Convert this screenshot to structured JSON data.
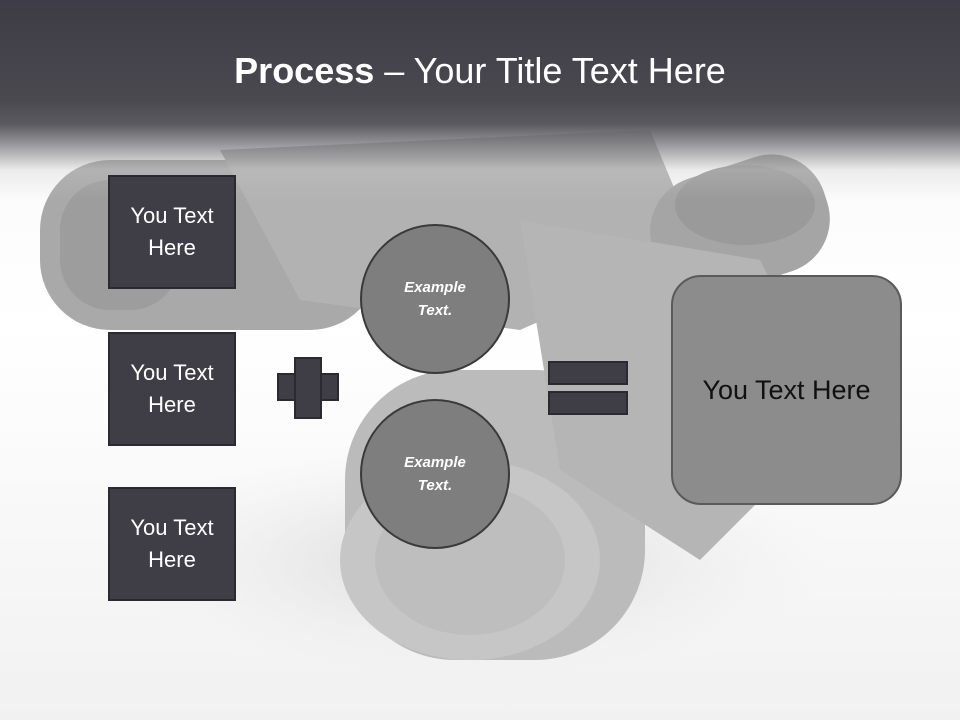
{
  "slide": {
    "title_bold": "Process",
    "title_rest": " – Your Title Text Here",
    "boxes": [
      "You Text Here",
      "You Text Here",
      "You Text Here"
    ],
    "circles": [
      "Example Text.",
      "Example Text."
    ],
    "result": "You Text Here"
  },
  "colors": {
    "header": "#3d3c45",
    "box_fill": "#3f3e46",
    "circle_fill": "#7e7e7e",
    "result_fill": "#8c8c8c"
  },
  "icons": {
    "operator_1": "plus-icon",
    "operator_2": "equals-icon",
    "background": "binoculars-photo"
  }
}
